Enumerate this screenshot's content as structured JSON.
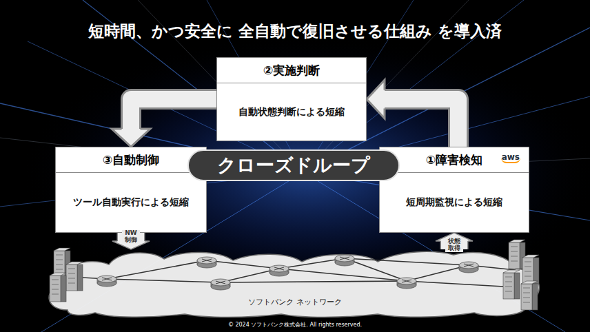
{
  "diagram": {
    "title": "短時間、かつ安全に 全自動で復旧させる仕組み を導入済",
    "nodes": [
      {
        "text": [
          "②実施判断",
          "自動状態判断による短縮"
        ]
      },
      {
        "text": [
          "③自動制御",
          "ツール自動実行による短縮"
        ]
      },
      {
        "text": [
          "①障害検知",
          "短周期監視による短縮"
        ]
      },
      {
        "text": [
          "クローズドループ"
        ]
      },
      {
        "text": [
          "ソフトバンク ネットワーク"
        ]
      }
    ],
    "edges": [
      {
        "from": 2,
        "to": 0,
        "arrow": "to"
      },
      {
        "from": 0,
        "to": 1,
        "arrow": "to"
      },
      {
        "from": 1,
        "to": 4,
        "label": "NW 制御",
        "arrow": "to"
      },
      {
        "from": 4,
        "to": 2,
        "label": "状態 取得",
        "arrow": "to"
      }
    ],
    "labels": [
      "aws",
      "© 2024 ソフトバンク株式会社. All rights reserved."
    ]
  }
}
